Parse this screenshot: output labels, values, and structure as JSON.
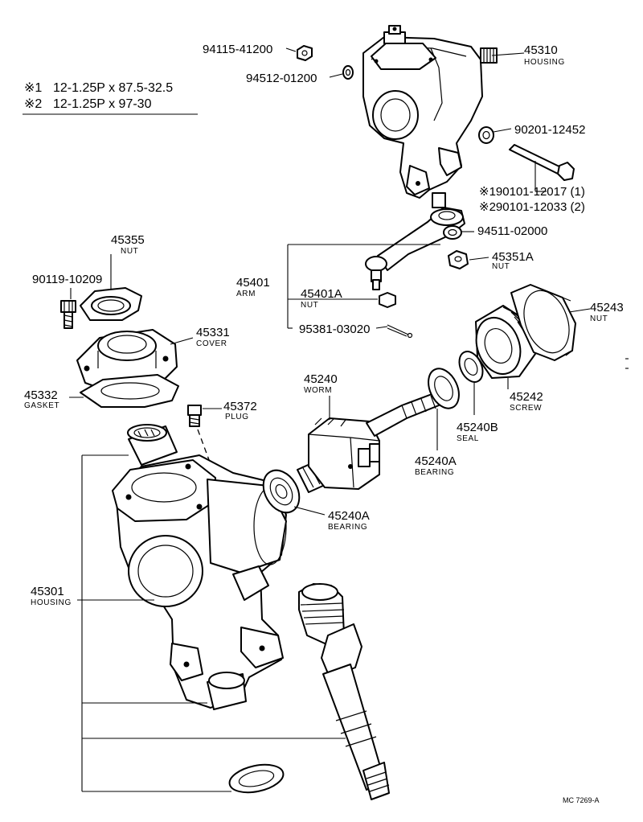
{
  "notes": {
    "note1_mark": "※1",
    "note1_text": "12-1.25P x 87.5-32.5",
    "note2_mark": "※2",
    "note2_text": "12-1.25P x 97-30"
  },
  "labels": {
    "p94115": "94115-41200",
    "p94512": "94512-01200",
    "p45310": "45310",
    "p45310_name": "HOUSING",
    "p90201": "90201-12452",
    "p90101_1": "※190101-12017 (1)",
    "p90101_2": "※290101-12033 (2)",
    "p94511": "94511-02000",
    "p45355": "45355",
    "p45355_name": "NUT",
    "p90119": "90119-10209",
    "p45401": "45401",
    "p45401_name": "ARM",
    "p45401A": "45401A",
    "p45401A_name": "NUT",
    "p45351A": "45351A",
    "p45351A_name": "NUT",
    "p95381": "95381-03020",
    "p45243": "45243",
    "p45243_name": "NUT",
    "p45331": "45331",
    "p45331_name": "COVER",
    "p45240": "45240",
    "p45240_name": "WORM",
    "p45332": "45332",
    "p45332_name": "GASKET",
    "p45372": "45372",
    "p45372_name": "PLUG",
    "p45242": "45242",
    "p45242_name": "SCREW",
    "p45240B": "45240B",
    "p45240B_name": "SEAL",
    "p45240A_upper": "45240A",
    "p45240A_upper_name": "BEARING",
    "p45240A_lower": "45240A",
    "p45240A_lower_name": "BEARING",
    "p45301": "45301",
    "p45301_name": "HOUSING"
  },
  "footer": {
    "code": "MC 7269-A"
  }
}
